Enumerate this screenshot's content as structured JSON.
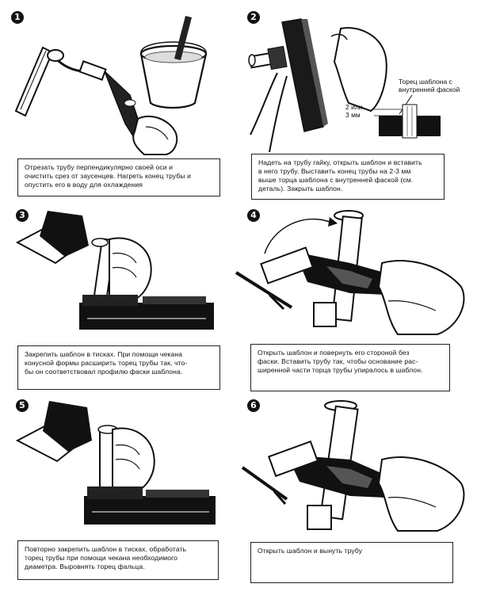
{
  "steps": [
    {
      "number": "1",
      "caption_lines": [
        "Отрезать трубу перпендикулярно своей оси и",
        "очистить срез от заусенцев. Нагреть конец трубы и",
        "опустить его в воду для охлаждения"
      ]
    },
    {
      "number": "2",
      "caption_lines": [
        "Надеть на трубу гайку, открыть шаблон и вставить",
        "в него трубу. Выставить конец трубы на 2-3 мм",
        "выше торца шаблона с внутренней фаской (см.",
        "деталь). Закрыть шаблон."
      ],
      "detail_label_lines": [
        "Торец шаблона с",
        "внутренней фаской"
      ],
      "dimension_label_lines": [
        "2 или",
        "3 мм"
      ]
    },
    {
      "number": "3",
      "caption_lines": [
        "Закрепить шаблон в тисках. При помощи чекана",
        "конусной формы расширить торец трубы так, что-",
        "бы он соответствовал профилю фаски шаблона."
      ]
    },
    {
      "number": "4",
      "caption_lines": [
        "Открыть шаблон и повернуть его стороной без",
        "фаски. Вставить трубу так, чтобы основание рас-",
        "ширенной части торца трубы упиралось в шаблон."
      ]
    },
    {
      "number": "5",
      "caption_lines": [
        "Повторно закрепить шаблон в тисках, обработать",
        "торец трубы при помощи чекана необходимого",
        "диаметра. Выровнять торец фальца."
      ]
    },
    {
      "number": "6",
      "caption_lines": [
        "Открыть шаблон и вынуть трубу"
      ]
    }
  ]
}
